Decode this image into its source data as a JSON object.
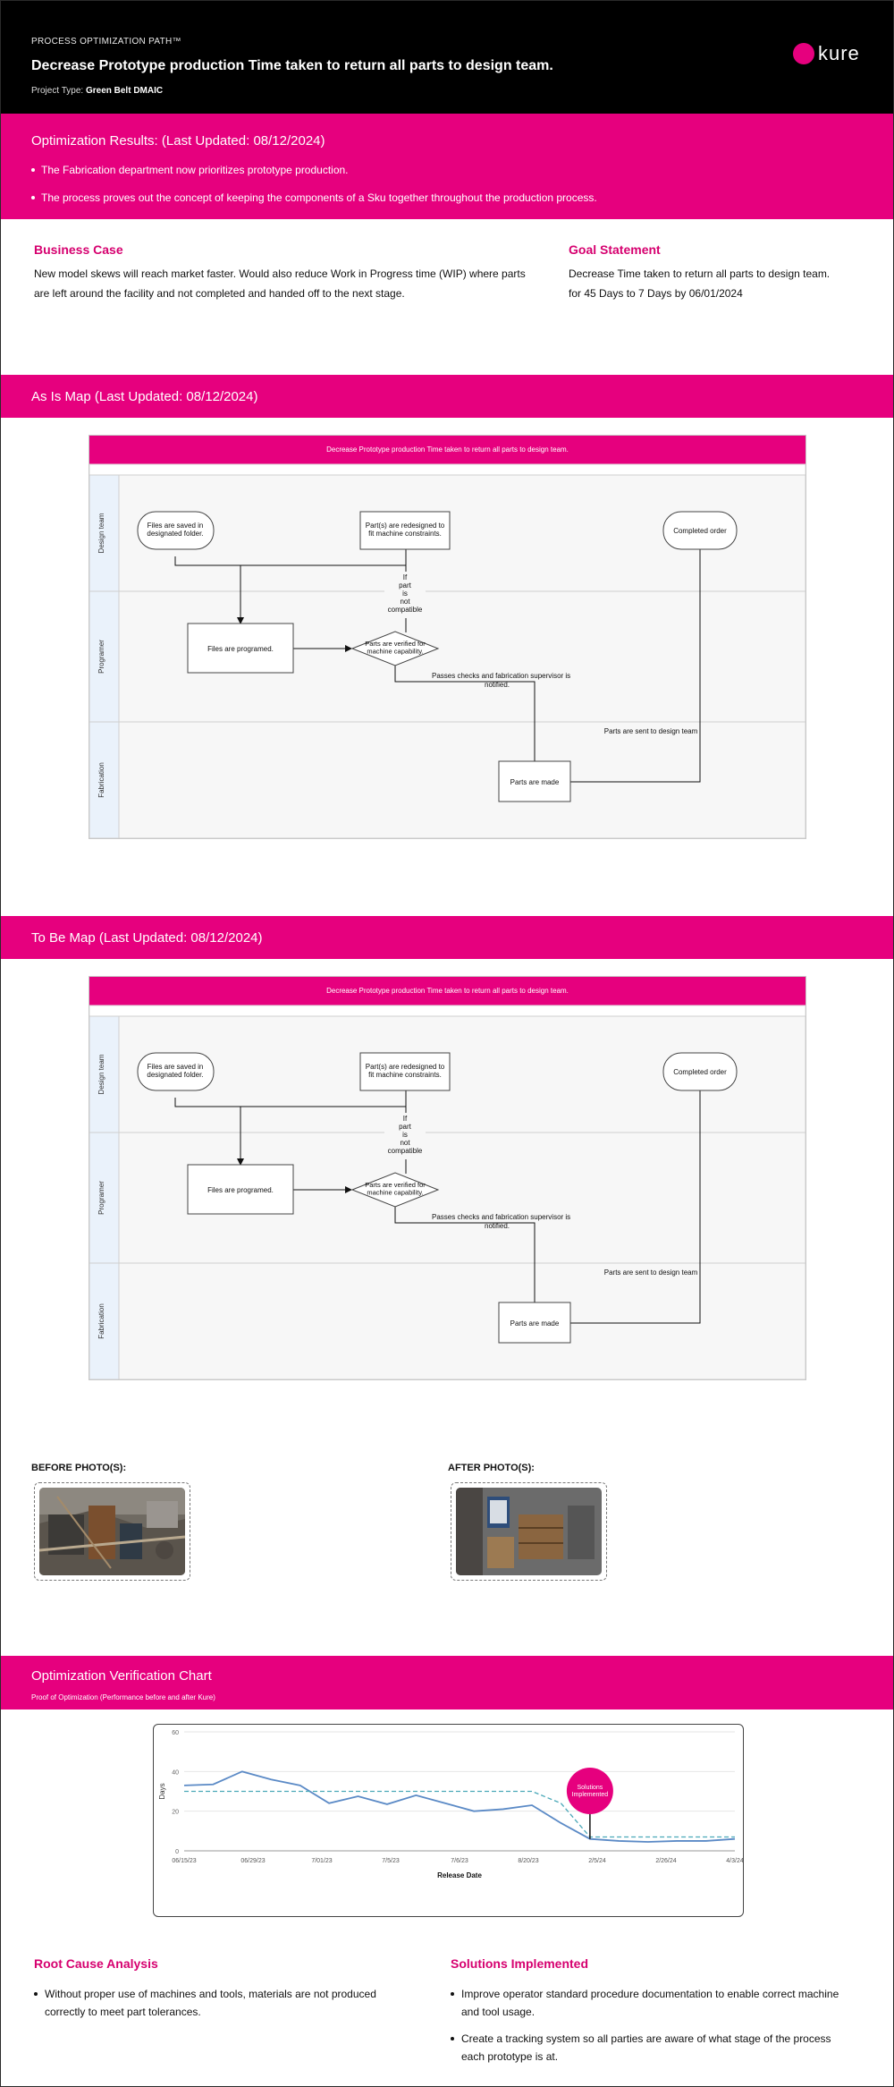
{
  "header": {
    "path_label": "PROCESS OPTIMIZATION PATH™",
    "title": "Decrease Prototype production Time taken to return all parts to design team.",
    "project_type_label": "Project Type:",
    "project_type_value": "Green Belt DMAIC",
    "logo_text": "kure"
  },
  "results": {
    "title": "Optimization Results: (Last Updated: 08/12/2024)",
    "items": [
      "The Fabrication department now prioritizes prototype production.",
      "The process proves out the concept of keeping the components of a Sku together throughout the production process."
    ]
  },
  "business_case": {
    "title": "Business Case",
    "text": "New model skews will reach market faster. Would also reduce Work in Progress time (WIP) where parts are left around the facility and not completed and handed off to the next stage."
  },
  "goal_statement": {
    "title": "Goal Statement",
    "text": "Decrease Time taken to return all parts to design team. for 45 Days to 7 Days by 06/01/2024"
  },
  "as_is": {
    "title": "As Is Map (Last Updated: 08/12/2024)",
    "diagram": {
      "header": "Decrease Prototype production Time taken to return all parts to design team.",
      "lanes": [
        "Design team",
        "Programer",
        "Fabrication"
      ],
      "nodes": {
        "files_saved": "Files are saved in designated folder.",
        "redesigned": "Part(s) are redesigned to fit machine constraints.",
        "completed": "Completed order",
        "programed": "Files are programed.",
        "verified": "Parts are verified for machine capability.",
        "made": "Parts are made"
      },
      "labels": {
        "if_not": [
          "If",
          "part",
          "is",
          "not",
          "compatible"
        ],
        "passes": [
          "Passes checks and fabrication supervisor is",
          "notified."
        ],
        "sent": "Parts are sent to design team"
      }
    }
  },
  "to_be": {
    "title": "To Be Map (Last Updated: 08/12/2024)",
    "diagram": {
      "header": "Decrease Prototype production Time taken to return all parts to design team.",
      "lanes": [
        "Design team",
        "Programer",
        "Fabrication"
      ],
      "nodes": {
        "files_saved": "Files are saved in designated folder.",
        "redesigned": "Part(s) are redesigned to fit machine constraints.",
        "completed": "Completed order",
        "programed": "Files are programed.",
        "verified": "Parts are verified for machine capability.",
        "made": "Parts are made"
      },
      "labels": {
        "if_not": [
          "If",
          "part",
          "is",
          "not",
          "compatible"
        ],
        "passes": [
          "Passes checks and fabrication supervisor is",
          "notified."
        ],
        "sent": "Parts are sent to design team"
      }
    }
  },
  "photos": {
    "before_label": "BEFORE PHOTO(S):",
    "after_label": "AFTER PHOTO(S):"
  },
  "verification": {
    "title": "Optimization Verification Chart",
    "subtitle": "Proof of Optimization (Performance before and after Kure)"
  },
  "chart_data": {
    "type": "line",
    "xlabel": "Release Date",
    "ylabel": "Days",
    "ylim": [
      0,
      60
    ],
    "yticks": [
      0,
      20,
      40,
      60
    ],
    "x_tick_labels": [
      "06/15/23",
      "06/29/23",
      "7/01/23",
      "7/5/23",
      "7/6/23",
      "8/20/23",
      "2/5/24",
      "2/26/24",
      "4/3/24"
    ],
    "grid": true,
    "series": [
      {
        "style": "solid",
        "color": "#5b8ac6",
        "values": [
          33,
          33.5,
          40,
          36,
          33,
          24,
          27.5,
          23.5,
          28,
          24,
          20,
          21,
          23,
          14,
          6,
          5,
          4.5,
          5,
          5,
          6
        ]
      },
      {
        "style": "dashed",
        "color": "#4aa8b8",
        "values": [
          30,
          30,
          30,
          30,
          30,
          30,
          30,
          30,
          30,
          30,
          30,
          30,
          30,
          24,
          7,
          7,
          7,
          7,
          7,
          7
        ]
      }
    ],
    "annotation": {
      "text": "Solutions Implemented",
      "index": 14
    }
  },
  "root_cause": {
    "title": "Root Cause Analysis",
    "items": [
      "Without proper use of machines and tools, materials are not produced correctly to meet part tolerances."
    ]
  },
  "solutions": {
    "title": "Solutions Implemented",
    "items": [
      "Improve operator standard procedure documentation to enable correct machine and tool usage.",
      "Create a tracking system so all parties are aware of what stage of the process each prototype is at."
    ]
  },
  "colors": {
    "brand": "#e6007e",
    "header_bg": "#000000"
  }
}
